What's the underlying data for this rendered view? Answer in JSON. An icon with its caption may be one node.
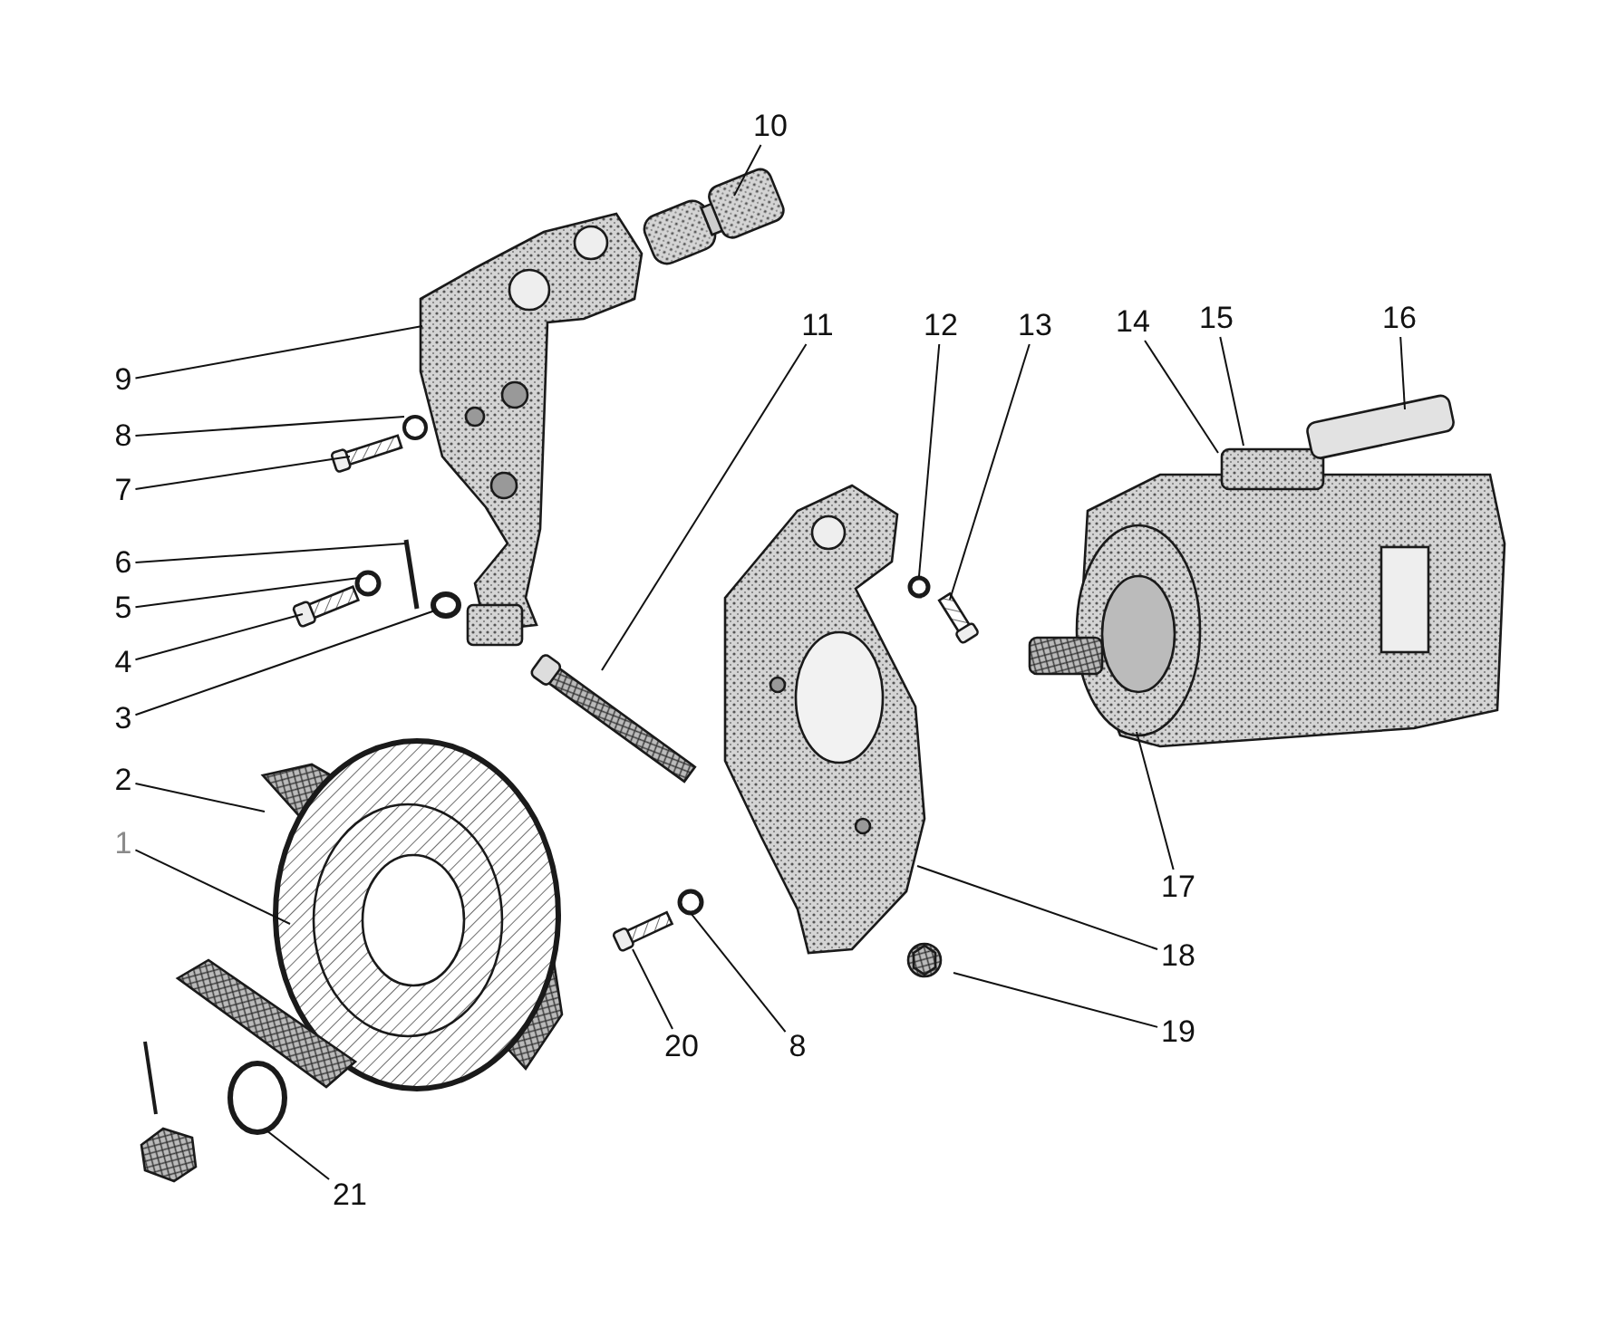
{
  "diagram": {
    "nodes": [
      {
        "text": [
          "10"
        ]
      },
      {
        "text": [
          "14"
        ]
      },
      {
        "text": [
          "15"
        ]
      },
      {
        "text": [
          "16"
        ]
      },
      {
        "text": [
          "11"
        ]
      },
      {
        "text": [
          "12"
        ]
      },
      {
        "text": [
          "13"
        ]
      },
      {
        "text": [
          "9"
        ]
      },
      {
        "text": [
          "8"
        ]
      },
      {
        "text": [
          "7"
        ]
      },
      {
        "text": [
          "6"
        ]
      },
      {
        "text": [
          "5"
        ]
      },
      {
        "text": [
          "4"
        ]
      },
      {
        "text": [
          "3"
        ]
      },
      {
        "text": [
          "2"
        ]
      },
      {
        "text": [
          "1"
        ]
      },
      {
        "text": [
          "17"
        ]
      },
      {
        "text": [
          "18"
        ]
      },
      {
        "text": [
          "19"
        ]
      },
      {
        "text": [
          "20"
        ]
      },
      {
        "text": [
          "8"
        ]
      },
      {
        "text": [
          "21"
        ]
      }
    ],
    "edges": [
      {
        "from": 0,
        "to": null,
        "arrow": "none"
      },
      {
        "from": 1,
        "to": null,
        "arrow": "none"
      },
      {
        "from": 2,
        "to": null,
        "arrow": "none"
      },
      {
        "from": 3,
        "to": null,
        "arrow": "none"
      },
      {
        "from": 4,
        "to": null,
        "arrow": "none"
      },
      {
        "from": 5,
        "to": null,
        "arrow": "none"
      },
      {
        "from": 6,
        "to": null,
        "arrow": "none"
      },
      {
        "from": 7,
        "to": null,
        "arrow": "none"
      },
      {
        "from": 8,
        "to": null,
        "arrow": "none"
      },
      {
        "from": 9,
        "to": null,
        "arrow": "none"
      },
      {
        "from": 10,
        "to": null,
        "arrow": "none"
      },
      {
        "from": 11,
        "to": null,
        "arrow": "none"
      },
      {
        "from": 12,
        "to": null,
        "arrow": "none"
      },
      {
        "from": 13,
        "to": null,
        "arrow": "none"
      },
      {
        "from": 14,
        "to": null,
        "arrow": "none"
      },
      {
        "from": 15,
        "to": null,
        "arrow": "none"
      },
      {
        "from": 16,
        "to": null,
        "arrow": "none"
      },
      {
        "from": 17,
        "to": null,
        "arrow": "none"
      },
      {
        "from": 18,
        "to": null,
        "arrow": "none"
      },
      {
        "from": 19,
        "to": null,
        "arrow": "none"
      },
      {
        "from": 20,
        "to": null,
        "arrow": "none"
      },
      {
        "from": 21,
        "to": null,
        "arrow": "none"
      }
    ]
  }
}
